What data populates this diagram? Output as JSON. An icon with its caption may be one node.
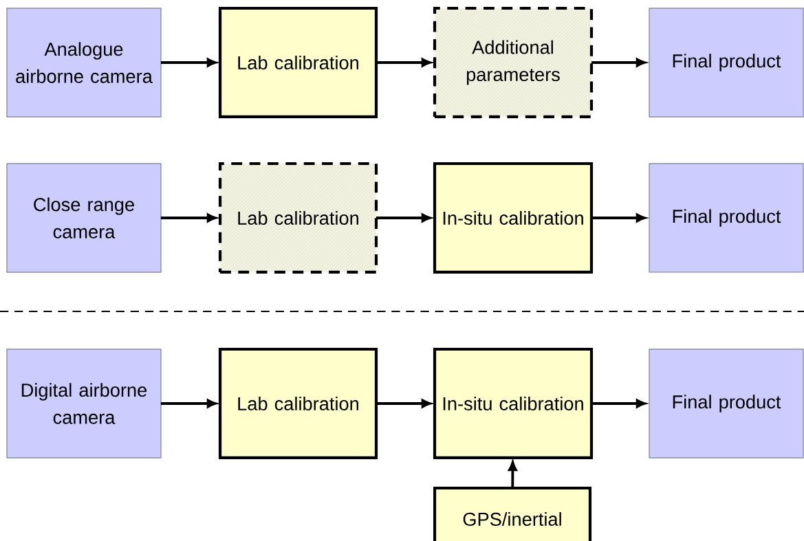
{
  "diagram": {
    "nodes": [
      {
        "text": [
          "Analogue airborne camera"
        ]
      },
      {
        "text": [
          "Lab calibration"
        ]
      },
      {
        "text": [
          "Additional parameters"
        ]
      },
      {
        "text": [
          "Final product"
        ]
      },
      {
        "text": [
          "Close range camera"
        ]
      },
      {
        "text": [
          "Lab calibration"
        ]
      },
      {
        "text": [
          "In-situ calibration"
        ]
      },
      {
        "text": [
          "Final product"
        ]
      },
      {
        "text": [
          "Digital airborne camera"
        ]
      },
      {
        "text": [
          "Lab calibration"
        ]
      },
      {
        "text": [
          "In-situ calibration"
        ]
      },
      {
        "text": [
          "Final product"
        ]
      },
      {
        "text": [
          "GPS/inertial"
        ]
      }
    ],
    "edges": [
      {
        "from": 0,
        "to": 1,
        "arrow": "to"
      },
      {
        "from": 1,
        "to": 2,
        "arrow": "to"
      },
      {
        "from": 2,
        "to": 3,
        "arrow": "to"
      },
      {
        "from": 4,
        "to": 5,
        "arrow": "to"
      },
      {
        "from": 5,
        "to": 6,
        "arrow": "to"
      },
      {
        "from": 6,
        "to": 7,
        "arrow": "to"
      },
      {
        "from": 8,
        "to": 9,
        "arrow": "to"
      },
      {
        "from": 9,
        "to": 10,
        "arrow": "to"
      },
      {
        "from": 10,
        "to": 11,
        "arrow": "to"
      },
      {
        "from": 12,
        "to": 10,
        "arrow": "to"
      }
    ]
  }
}
